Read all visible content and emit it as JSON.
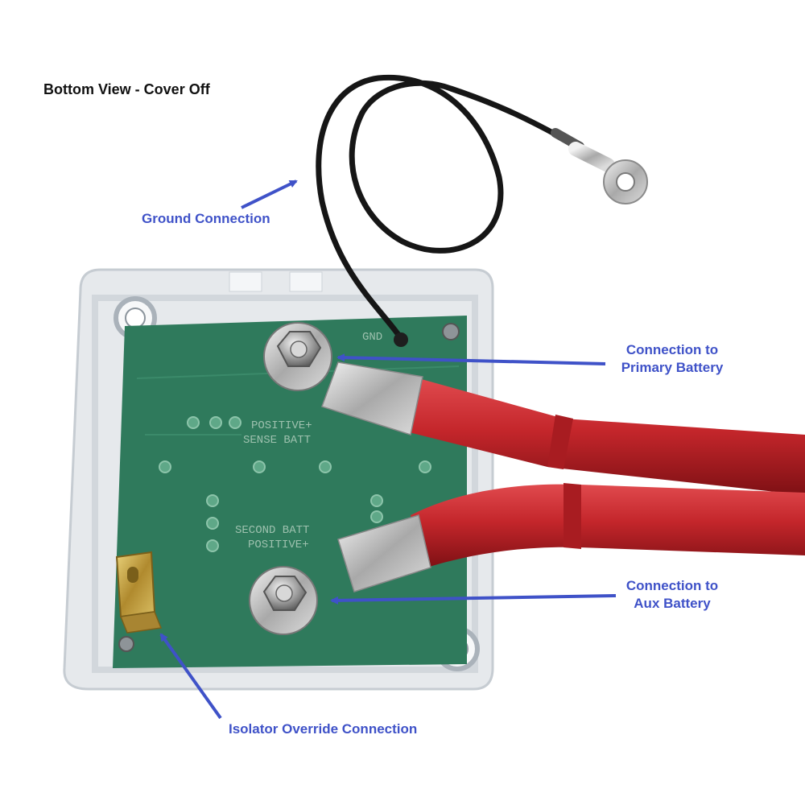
{
  "title": "Bottom View - Cover Off",
  "labels": {
    "ground": "Ground Connection",
    "primary_line1": "Connection to",
    "primary_line2": "Primary Battery",
    "aux_line1": "Connection to",
    "aux_line2": "Aux Battery",
    "override": "Isolator Override Connection"
  },
  "board_text": {
    "gnd": "GND",
    "sense_line1": "POSITIVE+",
    "sense_line2": "SENSE BATT",
    "second_line1": "SECOND BATT",
    "second_line2": "POSITIVE+"
  },
  "colors": {
    "annotation_text": "#3f52c8",
    "arrow": "#3f52c8",
    "pcb": "#2f7a5c",
    "cable": "#c4262b",
    "ground_wire": "#161616"
  }
}
